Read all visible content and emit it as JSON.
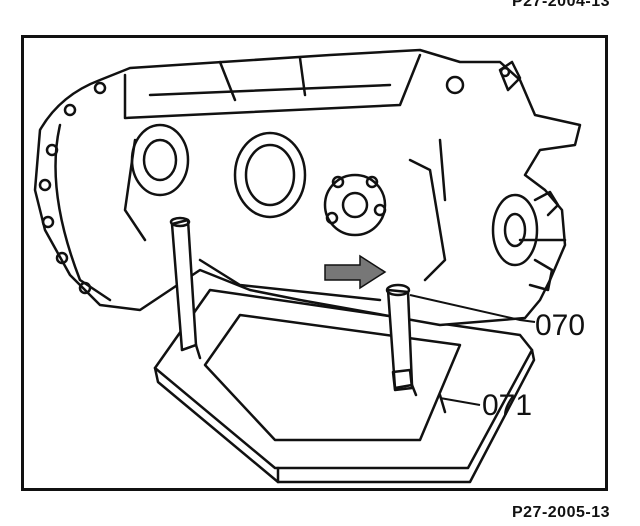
{
  "figure": {
    "reference_top": "P27-2004-13",
    "reference_bottom": "P27-2005-13"
  },
  "callouts": [
    {
      "id": "070",
      "label": "070"
    },
    {
      "id": "071",
      "label": "071"
    }
  ],
  "colors": {
    "ink": "#111111",
    "paper": "#ffffff",
    "arrow": "#777777"
  }
}
